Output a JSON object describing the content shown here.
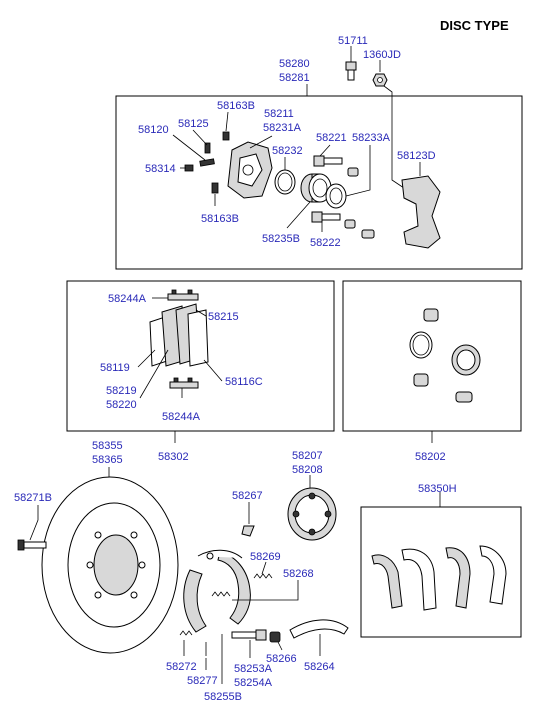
{
  "title": "DISC TYPE",
  "labels": {
    "p51711": "51711",
    "p1360jd": "1360JD",
    "p58280": "58280",
    "p58281": "58281",
    "p58163b_top": "58163B",
    "p58211": "58211",
    "p58231a": "58231A",
    "p58120": "58120",
    "p58125": "58125",
    "p58221": "58221",
    "p58233a": "58233A",
    "p58232": "58232",
    "p58123d": "58123D",
    "p58314": "58314",
    "p58163b_bot": "58163B",
    "p58235b": "58235B",
    "p58222": "58222",
    "p58244a_top": "58244A",
    "p58215": "58215",
    "p58119": "58119",
    "p58116c": "58116C",
    "p58219": "58219",
    "p58220": "58220",
    "p58244a_bot": "58244A",
    "p58302": "58302",
    "p58202": "58202",
    "p58355": "58355",
    "p58365": "58365",
    "p58207": "58207",
    "p58208": "58208",
    "p58271b": "58271B",
    "p58267": "58267",
    "p58350h": "58350H",
    "p58269": "58269",
    "p58268": "58268",
    "p58272": "58272",
    "p58277": "58277",
    "p58253a": "58253A",
    "p58254a": "58254A",
    "p58255b": "58255B",
    "p58266": "58266",
    "p58264": "58264"
  }
}
